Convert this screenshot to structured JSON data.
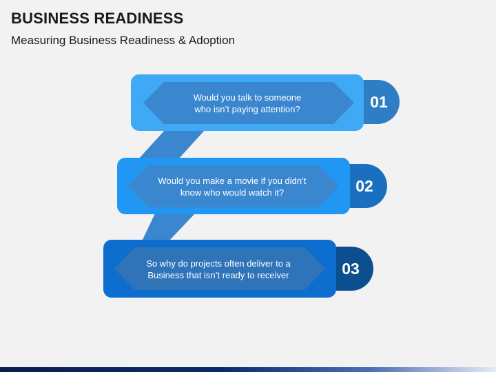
{
  "slide": {
    "title": "BUSINESS READINESS",
    "subtitle": "Measuring Business Readiness & Adoption"
  },
  "colors": {
    "background": "#f2f2f2",
    "connector": "#3a87cf",
    "step1_main": "#3fa9f5",
    "step1_arrow": "#3a87cf",
    "step1_tab": "#2e7ec5",
    "step2_main": "#2196f3",
    "step2_arrow": "#3a87cf",
    "step2_tab": "#1a6fc1",
    "step3_main": "#0d6ecf",
    "step3_arrow": "#2f74b9",
    "step3_tab": "#0b4f8f"
  },
  "steps": [
    {
      "number": "01",
      "text_line1": "Would you talk to someone",
      "text_line2": "who isn’t paying attention?"
    },
    {
      "number": "02",
      "text_line1": "Would you make a movie if you didn’t",
      "text_line2": "know who would watch it?"
    },
    {
      "number": "03",
      "text_line1": "So why do projects often deliver to a",
      "text_line2": "Business that isn’t ready to receiver"
    }
  ]
}
